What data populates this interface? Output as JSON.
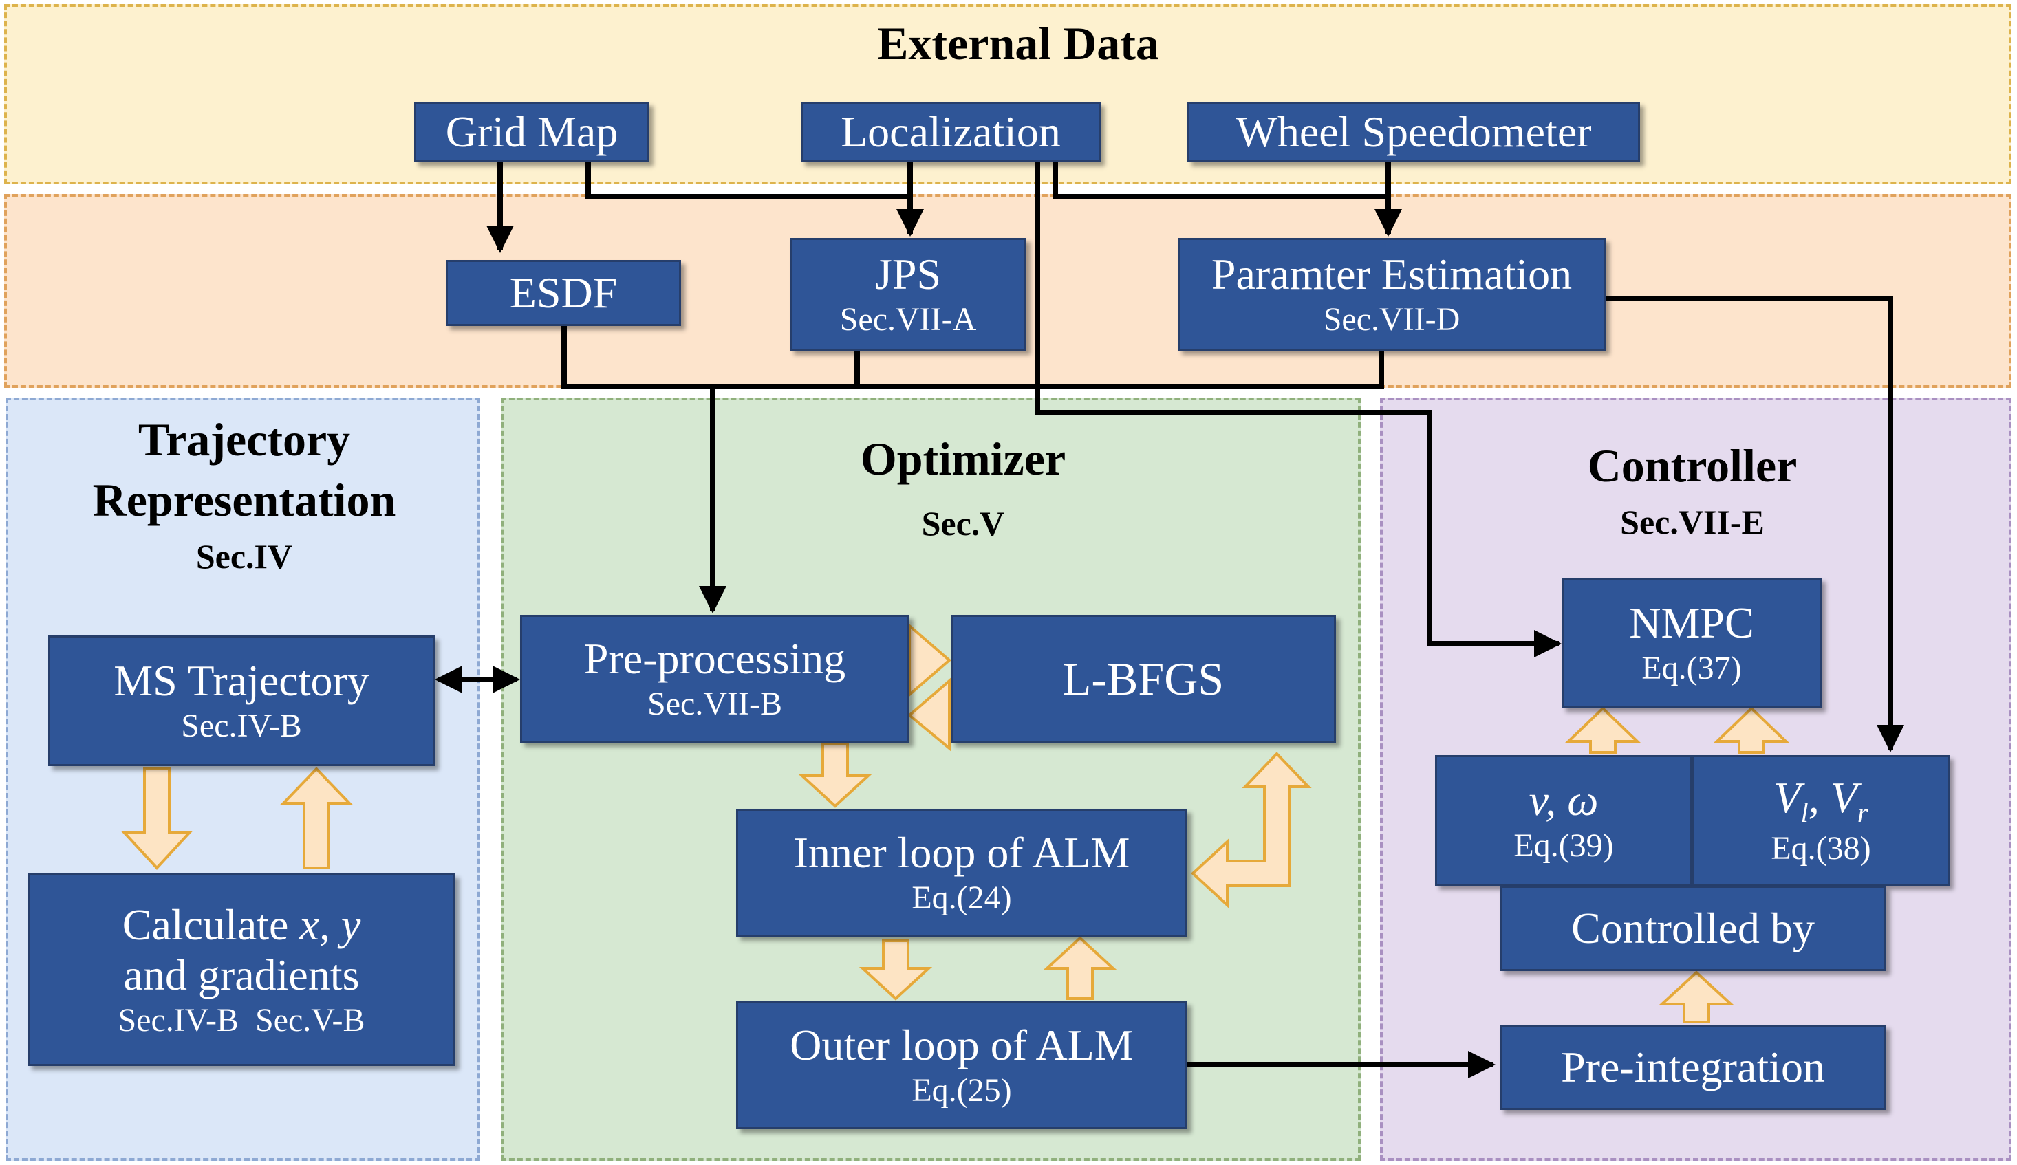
{
  "regions": {
    "external_title": "External Data",
    "trajectory_title_1": "Trajectory",
    "trajectory_title_2": "Representation",
    "trajectory_section": "Sec.IV",
    "optimizer_title": "Optimizer",
    "optimizer_section": "Sec.V",
    "controller_title": "Controller",
    "controller_section": "Sec.VII-E"
  },
  "nodes": {
    "grid_map": {
      "label": "Grid Map"
    },
    "localization": {
      "label": "Localization"
    },
    "wheel_speedometer": {
      "label": "Wheel Speedometer"
    },
    "esdf": {
      "label": "ESDF"
    },
    "jps": {
      "label": "JPS",
      "section": "Sec.VII-A"
    },
    "param_est": {
      "label": "Paramter Estimation",
      "section": "Sec.VII-D"
    },
    "ms_traj": {
      "label": "MS Trajectory",
      "section": "Sec.IV-B"
    },
    "calc": {
      "label_prefix": "Calculate ",
      "label_math": "x, y",
      "label_2": "and gradients",
      "section": "Sec.IV-B  Sec.V-B"
    },
    "preproc": {
      "label": "Pre-processing",
      "section": "Sec.VII-B"
    },
    "lbfgs": {
      "label": "L-BFGS"
    },
    "inner": {
      "label": "Inner loop of ALM",
      "section": "Eq.(24)"
    },
    "outer": {
      "label": "Outer loop of ALM",
      "section": "Eq.(25)"
    },
    "nmpc": {
      "label": "NMPC",
      "section": "Eq.(37)"
    },
    "vw": {
      "label_math": "v, ω",
      "section": "Eq.(39)"
    },
    "vlvr": {
      "label_math_base1": "V",
      "label_math_sub1": "l",
      "label_math_sep": ", ",
      "label_math_base2": "V",
      "label_math_sub2": "r",
      "section": "Eq.(38)"
    },
    "controlled_by": {
      "label": "Controlled by"
    },
    "pre_integration": {
      "label": "Pre-integration"
    }
  },
  "colors": {
    "box_fill": "#2f5597",
    "arrow_black": "#000000",
    "hollow_arrow_fill": "#fde4c4",
    "hollow_arrow_stroke": "#e6a93a"
  }
}
